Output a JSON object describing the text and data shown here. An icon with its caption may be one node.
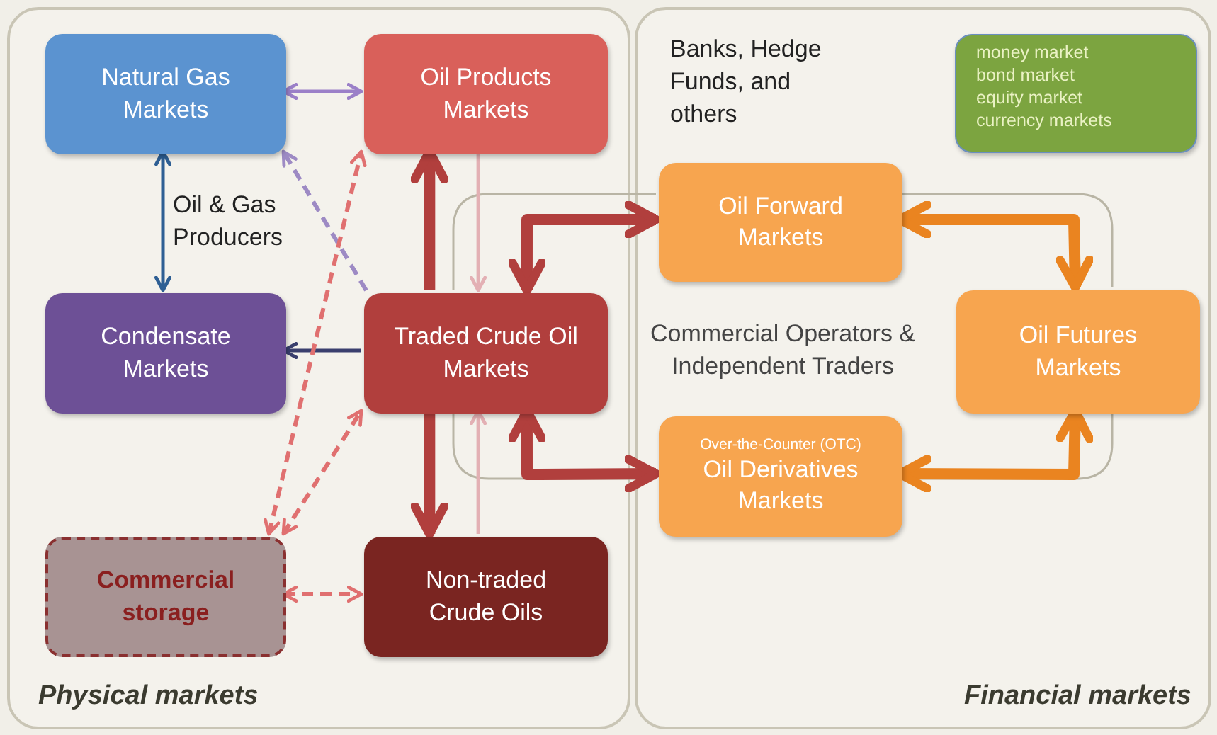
{
  "diagram": {
    "nodes": [
      {
        "text": [
          "Physical markets"
        ]
      },
      {
        "text": [
          "Financial markets"
        ]
      },
      {
        "text": [
          "Natural Gas Markets"
        ],
        "in": 0
      },
      {
        "text": [
          "Oil Products Markets"
        ],
        "in": 0
      },
      {
        "text": [
          "Condensate Markets"
        ],
        "in": 0
      },
      {
        "text": [
          "Traded Crude Oil Markets"
        ],
        "in": 0
      },
      {
        "text": [
          "Commercial storage"
        ],
        "in": 0
      },
      {
        "text": [
          "Non-traded Crude Oils"
        ],
        "in": 0
      },
      {
        "text": [
          "Oil Forward Markets"
        ],
        "in": 1
      },
      {
        "text": [
          "Oil Futures Markets"
        ],
        "in": 1
      },
      {
        "text": [
          "Over-the-Counter (OTC)",
          "Oil Derivatives Markets"
        ],
        "in": 1
      },
      {
        "text": [
          "money market",
          "bond market",
          "equity market",
          "currency markets"
        ],
        "in": 1
      }
    ],
    "edges": [
      {
        "from": 2,
        "to": 3,
        "arrow": "both",
        "color": "#9b80c8"
      },
      {
        "from": 2,
        "to": 4,
        "arrow": "both",
        "color": "#2e5f94"
      },
      {
        "from": 5,
        "to": 2,
        "arrow": "to",
        "style": "dashed",
        "color": "#9d8ac4"
      },
      {
        "from": 5,
        "to": 3,
        "arrow": "to",
        "style": "thick"
      },
      {
        "from": 3,
        "to": 5,
        "arrow": "to",
        "color": "#e3b0b4"
      },
      {
        "from": 5,
        "to": 4,
        "arrow": "to",
        "color": "#3a3f6e"
      },
      {
        "from": 6,
        "to": 3,
        "arrow": "both",
        "style": "dashed",
        "color": "#e07070"
      },
      {
        "from": 6,
        "to": 5,
        "arrow": "both",
        "style": "dashed",
        "color": "#e07070"
      },
      {
        "from": 5,
        "to": 7,
        "arrow": "to",
        "style": "thick"
      },
      {
        "from": 7,
        "to": 5,
        "arrow": "to",
        "color": "#e3b0b4"
      },
      {
        "from": 6,
        "to": 7,
        "arrow": "both",
        "style": "dashed",
        "color": "#e07070"
      },
      {
        "from": 5,
        "to": 8,
        "arrow": "both",
        "style": "thick"
      },
      {
        "from": 5,
        "to": 10,
        "arrow": "both",
        "style": "thick"
      },
      {
        "from": 8,
        "to": 9,
        "arrow": "both",
        "style": "thick",
        "color": "#ea8420"
      },
      {
        "from": 10,
        "to": 9,
        "arrow": "both",
        "style": "thick",
        "color": "#ea8420"
      }
    ],
    "labels": [
      "Oil & Gas Producers",
      "Banks, Hedge Funds, and others",
      "Commercial Operators & Independent Traders"
    ]
  }
}
